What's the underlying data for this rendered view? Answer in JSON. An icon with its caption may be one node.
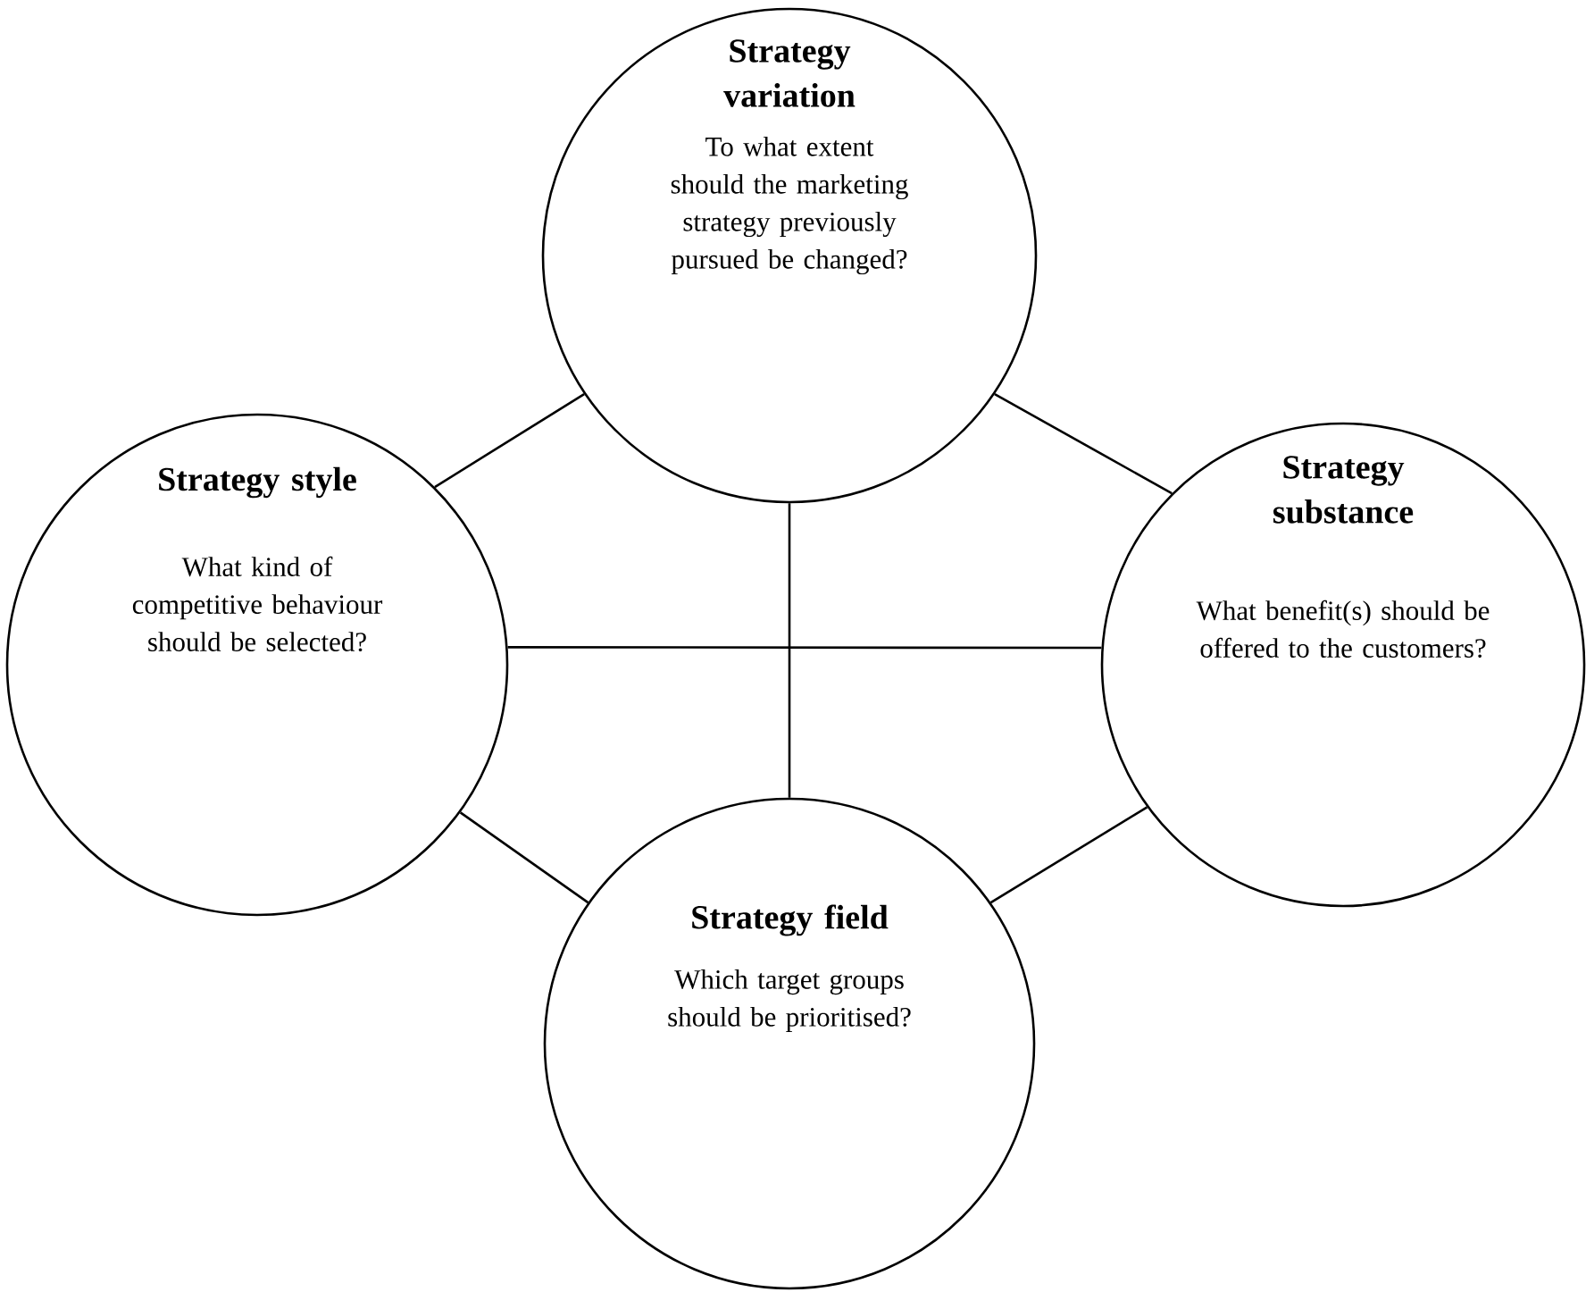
{
  "diagram": {
    "nodes": [
      {
        "text": [
          "Strategy variation",
          "To what extent should the marketing strategy previously pursued be changed?"
        ]
      },
      {
        "text": [
          "Strategy style",
          "What kind of competitive behaviour should be selected?"
        ]
      },
      {
        "text": [
          "Strategy substance",
          "What benefit(s) should be offered to the customers?"
        ]
      },
      {
        "text": [
          "Strategy field",
          "Which target groups should be prioritised?"
        ]
      }
    ],
    "edges": [
      {
        "from": 0,
        "to": 3,
        "arrow": "none"
      },
      {
        "from": 1,
        "to": 2,
        "arrow": "none"
      },
      {
        "from": 0,
        "to": 1,
        "arrow": "none"
      },
      {
        "from": 0,
        "to": 2,
        "arrow": "none"
      },
      {
        "from": 1,
        "to": 3,
        "arrow": "none"
      },
      {
        "from": 2,
        "to": 3,
        "arrow": "none"
      }
    ]
  }
}
